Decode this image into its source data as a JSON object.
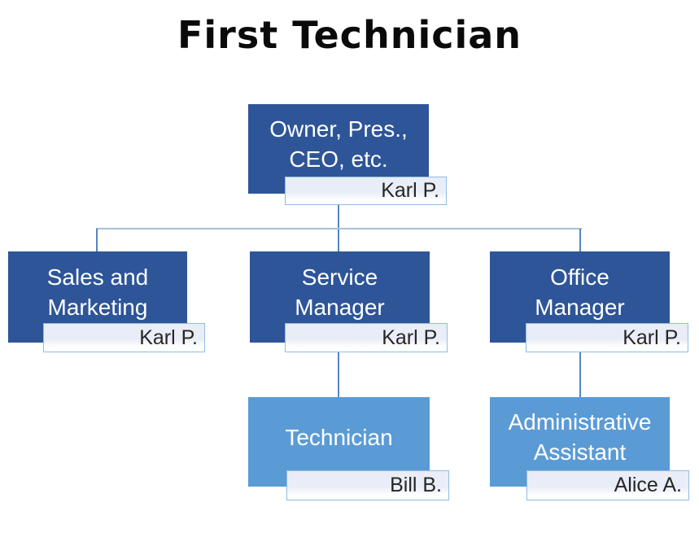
{
  "title": "First Technician",
  "colors": {
    "title_color": "#0a0a0a",
    "dark_box": "#2E5597",
    "light_box": "#5B9BD5",
    "box_text": "#FFFFFF",
    "tag_border": "#92BCE2",
    "tag_bg_top": "#E9EDF7",
    "tag_bg_bottom": "#FDFEFF",
    "tag_text": "#262626",
    "connector_h": "#A9BFDB",
    "connector_v": "#5585C2"
  },
  "org_chart": {
    "nodes": [
      {
        "id": "owner",
        "title_lines": [
          "Owner, Pres.,",
          "CEO, etc."
        ],
        "person": "Karl P.",
        "style": "dark"
      },
      {
        "id": "sales",
        "title_lines": [
          "Sales and",
          "Marketing"
        ],
        "person": "Karl P.",
        "style": "dark"
      },
      {
        "id": "service",
        "title_lines": [
          "Service",
          "Manager"
        ],
        "person": "Karl P.",
        "style": "dark"
      },
      {
        "id": "office",
        "title_lines": [
          "Office",
          "Manager"
        ],
        "person": "Karl P.",
        "style": "dark"
      },
      {
        "id": "technician",
        "title_lines": [
          "Technician"
        ],
        "person": "Bill B.",
        "style": "light"
      },
      {
        "id": "admin",
        "title_lines": [
          "Administrative",
          "Assistant"
        ],
        "person": "Alice A.",
        "style": "light"
      }
    ]
  }
}
